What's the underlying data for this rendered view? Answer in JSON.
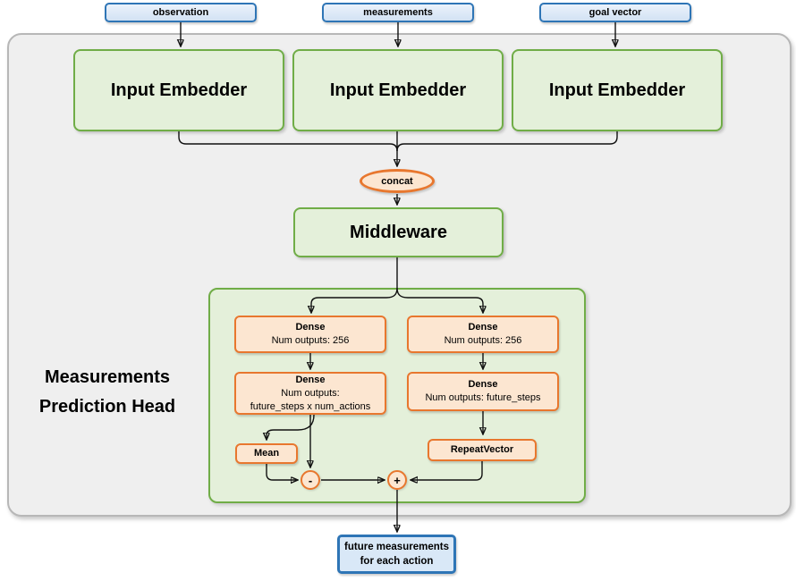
{
  "colors": {
    "blue_border": "#2e75b6",
    "blue_fill": "#d9e8f7",
    "green_border": "#70ad47",
    "green_fill": "#e4f0da",
    "orange_border": "#e8772e",
    "orange_fill": "#fce6d1",
    "container_fill": "#efefef",
    "container_border": "#b7b7b7",
    "arrow": "#111111"
  },
  "nodes": {
    "observation": "observation",
    "measurements": "measurements",
    "goal_vector": "goal vector",
    "embedder1": "Input Embedder",
    "embedder2": "Input Embedder",
    "embedder3": "Input Embedder",
    "concat": "concat",
    "middleware": "Middleware",
    "head_label": {
      "line1": "Measurements",
      "line2": "Prediction Head"
    },
    "dense_left_1": {
      "title": "Dense",
      "detail": "Num outputs: 256"
    },
    "dense_right_1": {
      "title": "Dense",
      "detail": "Num outputs: 256"
    },
    "dense_left_2": {
      "title": "Dense",
      "detail": "Num outputs:",
      "detail2": "future_steps x num_actions"
    },
    "dense_right_2": {
      "title": "Dense",
      "detail": "Num outputs: future_steps"
    },
    "mean": "Mean",
    "repeat_vector": "RepeatVector",
    "minus": "-",
    "plus": "+",
    "output": {
      "line1": "future measurements",
      "line2": "for each action"
    }
  }
}
